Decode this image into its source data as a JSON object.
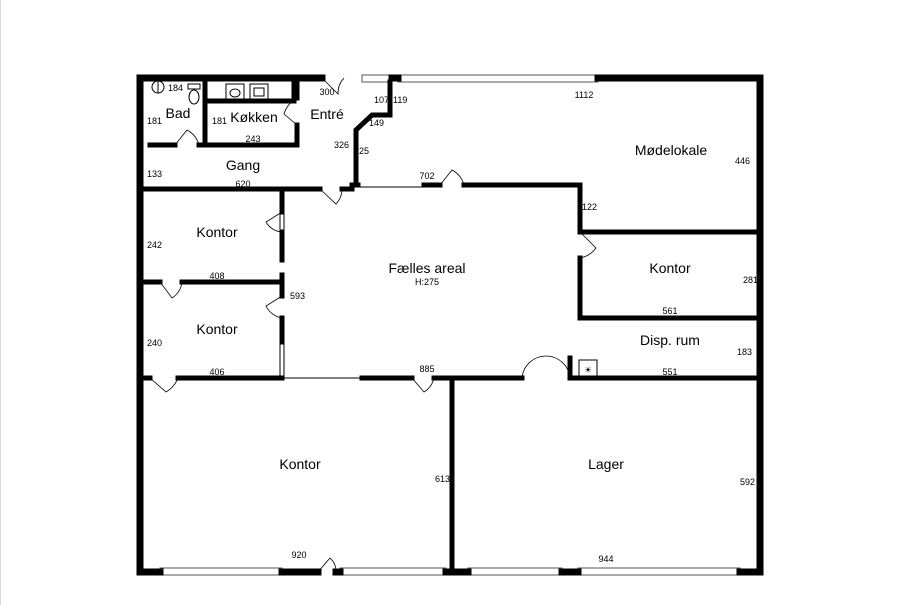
{
  "rooms": {
    "bad": "Bad",
    "kokken": "Køkken",
    "entre": "Entré",
    "modelokale": "Mødelokale",
    "gang": "Gang",
    "kontor_1": "Kontor",
    "faelles": "Fælles areal",
    "faelles_height": "H:275",
    "kontor_right": "Kontor",
    "kontor_2": "Kontor",
    "disp": "Disp. rum",
    "kontor_big": "Kontor",
    "lager": "Lager"
  },
  "dimensions": {
    "bad_w": "184",
    "bad_h": "181",
    "kokken_h": "181",
    "kokken_w": "243",
    "entre_w": "300",
    "d107": "107",
    "d119": "119",
    "d149": "149",
    "d326": "326",
    "d225": "225",
    "mode_w": "1112",
    "mode_h": "446",
    "gang_h": "133",
    "gang_w": "620",
    "d702": "702",
    "d122": "122",
    "kontor1_h": "242",
    "kontor1_w": "408",
    "faelles_h": "593",
    "kontor_right_h": "281",
    "kontor_right_w": "561",
    "kontor2_h": "240",
    "kontor2_w": "406",
    "disp_h": "183",
    "disp_w": "551",
    "d885": "885",
    "kontor_big_h": "613",
    "kontor_big_w": "920",
    "lager_h": "592",
    "lager_w": "944"
  },
  "icons": [
    "toilet-icon",
    "sink-icon",
    "stove-icon",
    "fuse-box-icon"
  ]
}
